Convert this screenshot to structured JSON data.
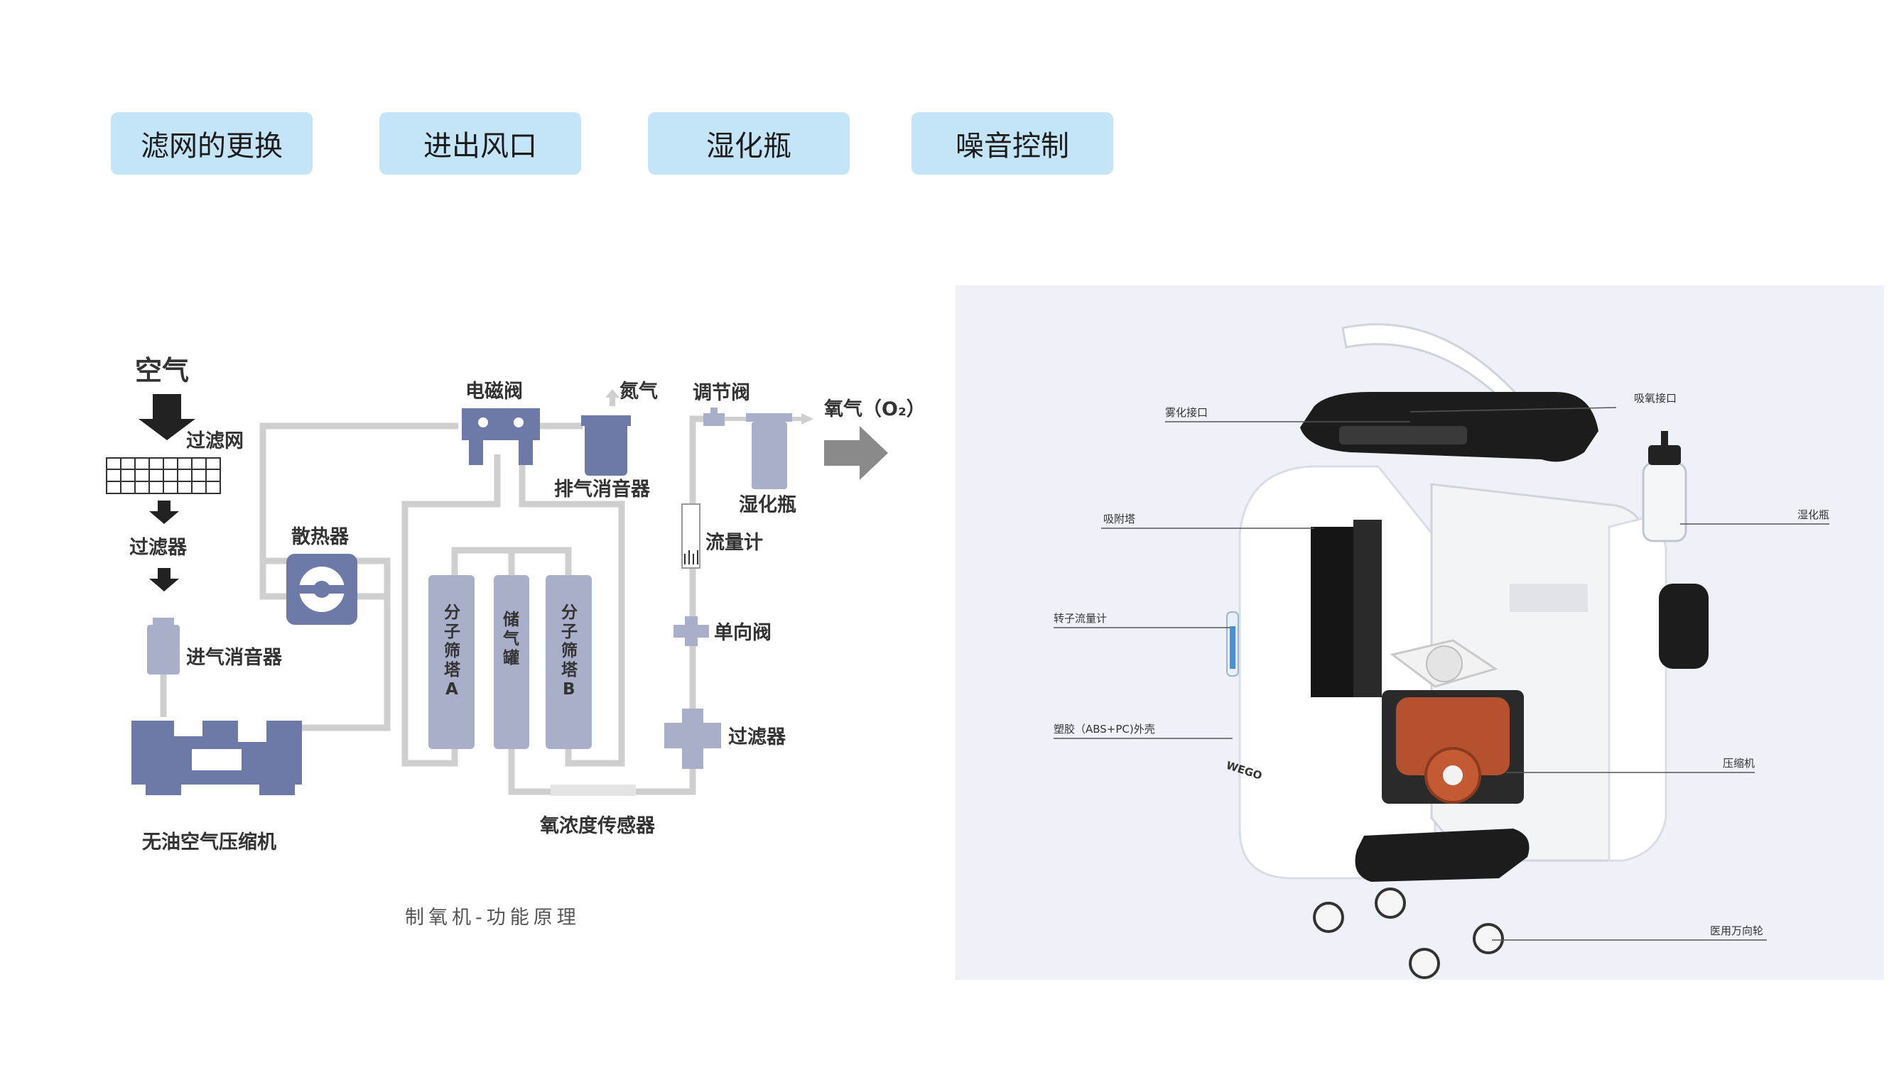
{
  "tabs": [
    {
      "label": "滤网的更换"
    },
    {
      "label": "进出风口"
    },
    {
      "label": "湿化瓶"
    },
    {
      "label": "噪音控制"
    }
  ],
  "diagram": {
    "air": "空气",
    "filter_mesh": "过滤网",
    "filter_1": "过滤器",
    "intake_muffler": "进气消音器",
    "compressor": "无油空气压缩机",
    "radiator": "散热器",
    "solenoid_valve": "电磁阀",
    "nitrogen": "氮气",
    "exhaust_muffler": "排气消音器",
    "sieve_a": [
      "分",
      "子",
      "筛",
      "塔",
      "A"
    ],
    "storage_tank": [
      "储",
      "气",
      "罐"
    ],
    "sieve_b": [
      "分",
      "子",
      "筛",
      "塔",
      "B"
    ],
    "regulating_valve": "调节阀",
    "oxygen": "氧气（O₂）",
    "humidifier": "湿化瓶",
    "flow_meter": "流量计",
    "check_valve": "单向阀",
    "filter_2": "过滤器",
    "o2_sensor": "氧浓度传感器",
    "caption": "制氧机-功能原理"
  },
  "photo": {
    "brand": "WEGO",
    "labels": {
      "atomizer_port": "雾化接口",
      "oxygen_port": "吸氧接口",
      "adsorption_tower": "吸附塔",
      "humidifier": "湿化瓶",
      "rotor_flowmeter": "转子流量计",
      "shell": "塑胶（ABS+PC)外壳",
      "compressor": "压缩机",
      "casters": "医用万向轮"
    }
  },
  "colors": {
    "tab_bg": "#c4e4f8",
    "component": "#6d7aa8",
    "component_light": "#a9aec9",
    "pipe": "#cfcfcf",
    "arrow_dark": "#222222",
    "panel_bg": "#eef1f8"
  }
}
